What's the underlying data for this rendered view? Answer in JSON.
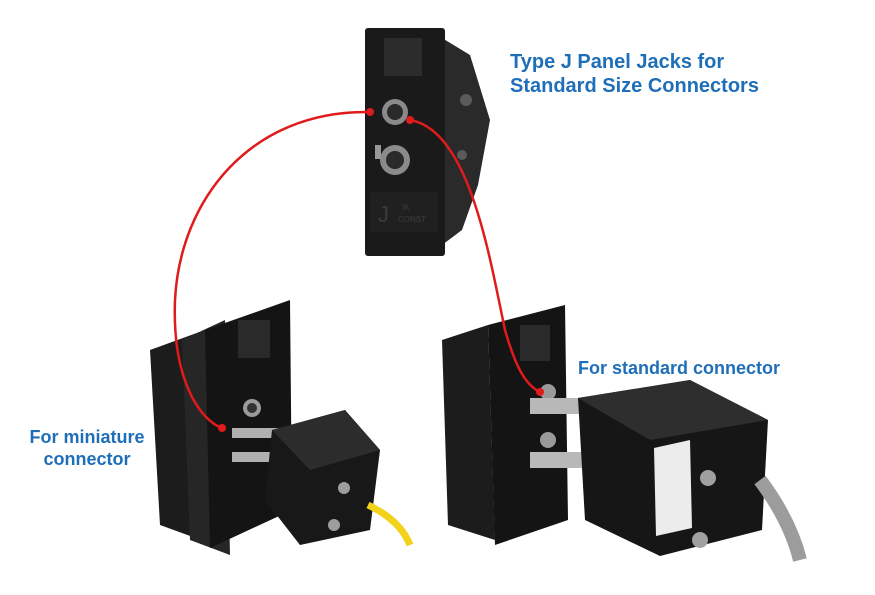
{
  "captions": {
    "top_line1": "Type J Panel Jacks for",
    "top_line2": "Standard Size Connectors",
    "standard": "For standard connector",
    "miniature_line1": "For miniature",
    "miniature_line2": "connector"
  },
  "panel_markings": {
    "type_letter": "J",
    "small_text_1": "IK",
    "small_text_2": "CONST"
  },
  "colors": {
    "caption_blue": "#1f6fb8",
    "wire_red": "#e01b1b",
    "body_black": "#161616",
    "cable_yellow": "#f2d21a"
  }
}
